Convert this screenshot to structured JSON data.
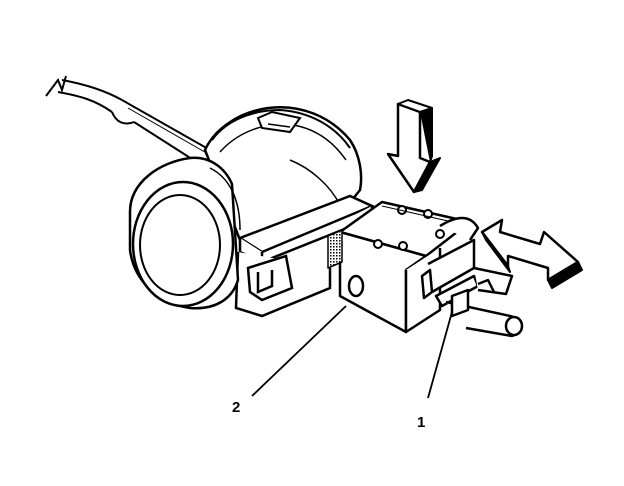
{
  "diagram": {
    "callouts": [
      {
        "id": "1",
        "text": "1"
      },
      {
        "id": "2",
        "text": "2"
      }
    ],
    "colors": {
      "ink": "#000000",
      "paper": "#ffffff",
      "shade": "#000000"
    }
  }
}
